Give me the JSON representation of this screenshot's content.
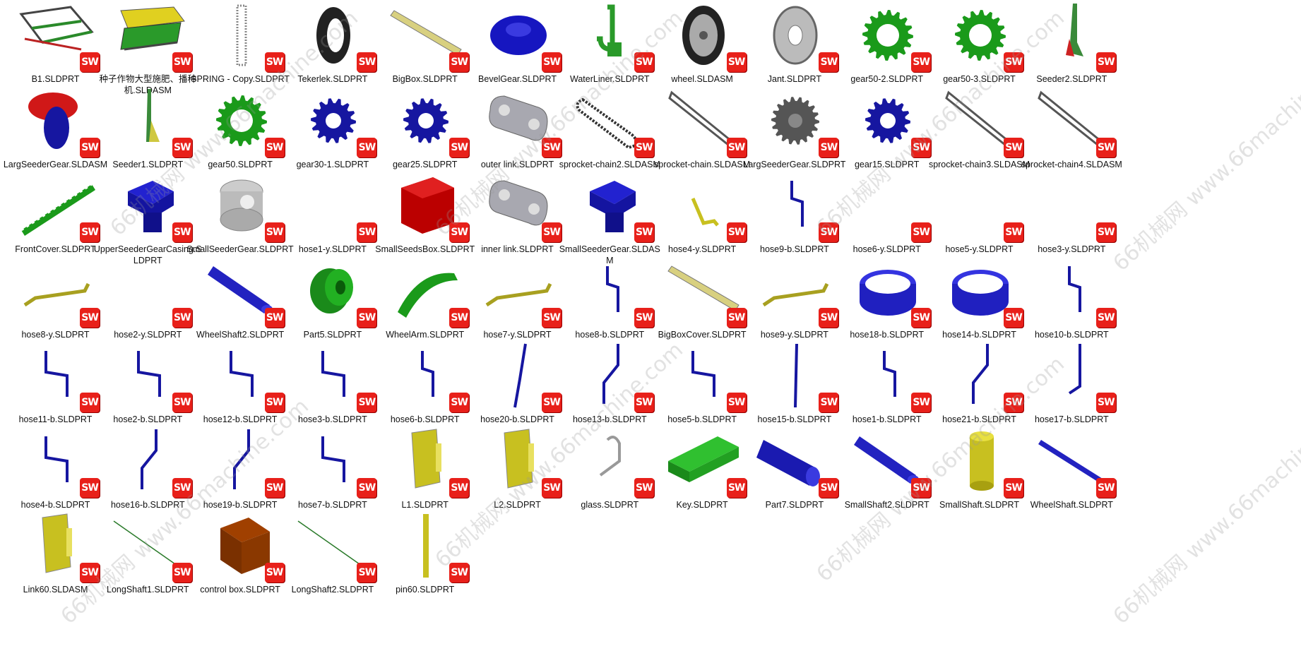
{
  "colors": {
    "badge": "#e8201a",
    "blue": "#1616a0",
    "green": "#1a9a1a",
    "yellow": "#c8c020",
    "gray": "#9a9aa2"
  },
  "watermark": "66机械网 www.66machine.com",
  "badge_label": "SW",
  "files": [
    {
      "name": "B1.SLDPRT",
      "icon": "frame-assembly-icon",
      "kind": "frame"
    },
    {
      "name": "种子作物大型施肥、播种机.SLDASM",
      "icon": "seeder-machine-icon",
      "kind": "machine"
    },
    {
      "name": "SPRING - Copy.SLDPRT",
      "icon": "spring-icon",
      "kind": "spring"
    },
    {
      "name": "Tekerlek.SLDPRT",
      "icon": "tire-icon",
      "kind": "tire"
    },
    {
      "name": "BigBox.SLDPRT",
      "icon": "long-box-icon",
      "kind": "beam"
    },
    {
      "name": "BevelGear.SLDPRT",
      "icon": "bevel-gear-icon",
      "kind": "bevel"
    },
    {
      "name": "WaterLiner.SLDPRT",
      "icon": "water-liner-icon",
      "kind": "liner"
    },
    {
      "name": "wheel.SLDASM",
      "icon": "wheel-icon",
      "kind": "wheel"
    },
    {
      "name": "Jant.SLDPRT",
      "icon": "rim-icon",
      "kind": "rim"
    },
    {
      "name": "gear50-2.SLDPRT",
      "icon": "green-gear-icon",
      "kind": "gear-green"
    },
    {
      "name": "gear50-3.SLDPRT",
      "icon": "green-gear-icon",
      "kind": "gear-green"
    },
    {
      "name": "Seeder2.SLDPRT",
      "icon": "seeder-blade-icon",
      "kind": "blade"
    },
    {
      "name": "LargSeederGear.SLDASM",
      "icon": "seeder-gear-assembly-icon",
      "kind": "gearasm"
    },
    {
      "name": "Seeder1.SLDPRT",
      "icon": "seeder-blade-icon",
      "kind": "blade2"
    },
    {
      "name": "gear50.SLDPRT",
      "icon": "green-gear-icon",
      "kind": "gear-green"
    },
    {
      "name": "gear30-1.SLDPRT",
      "icon": "blue-gear-icon",
      "kind": "gear-blue"
    },
    {
      "name": "gear25.SLDPRT",
      "icon": "blue-gear-icon",
      "kind": "gear-blue"
    },
    {
      "name": "outer link.SLDPRT",
      "icon": "chain-link-icon",
      "kind": "link"
    },
    {
      "name": "sprocket-chain2.SLDASM",
      "icon": "chain-loop-icon",
      "kind": "chainloop"
    },
    {
      "name": "sprocket-chain.SLDASM",
      "icon": "chain-loop-icon",
      "kind": "chainlong"
    },
    {
      "name": "LargSeederGear.SLDPRT",
      "icon": "gray-gear-icon",
      "kind": "gear-gray"
    },
    {
      "name": "gear15.SLDPRT",
      "icon": "blue-gear-icon",
      "kind": "gear-blue"
    },
    {
      "name": "sprocket-chain3.SLDASM",
      "icon": "chain-loop-icon",
      "kind": "chainlong"
    },
    {
      "name": "sprocket-chain4.SLDASM",
      "icon": "chain-loop-icon",
      "kind": "chainlong"
    },
    {
      "name": "FrontCover.SLDPRT",
      "icon": "front-cover-icon",
      "kind": "cover"
    },
    {
      "name": "UpperSeederGearCasing.SLDPRT",
      "icon": "gear-casing-icon",
      "kind": "casing"
    },
    {
      "name": "SmallSeederGear.SLDPRT",
      "icon": "gray-cylinder-gear-icon",
      "kind": "smallgear"
    },
    {
      "name": "hose1-y.SLDPRT",
      "icon": "blank-part-icon",
      "kind": "blank"
    },
    {
      "name": "SmallSeedsBox.SLDPRT",
      "icon": "seeds-box-icon",
      "kind": "redbox"
    },
    {
      "name": "inner link.SLDPRT",
      "icon": "chain-link-icon",
      "kind": "link"
    },
    {
      "name": "SmallSeederGear.SLDASM",
      "icon": "gear-casing-icon",
      "kind": "casing"
    },
    {
      "name": "hose4-y.SLDPRT",
      "icon": "yellow-hose-icon",
      "kind": "hose-y-small"
    },
    {
      "name": "hose9-b.SLDPRT",
      "icon": "blue-hose-icon",
      "kind": "hose-b-z"
    },
    {
      "name": "hose6-y.SLDPRT",
      "icon": "blank-part-icon",
      "kind": "blank"
    },
    {
      "name": "hose5-y.SLDPRT",
      "icon": "blank-part-icon",
      "kind": "blank"
    },
    {
      "name": "hose3-y.SLDPRT",
      "icon": "blank-part-icon",
      "kind": "blank"
    },
    {
      "name": "hose8-y.SLDPRT",
      "icon": "yellow-hose-icon",
      "kind": "hose-y"
    },
    {
      "name": "hose2-y.SLDPRT",
      "icon": "blank-part-icon",
      "kind": "blank"
    },
    {
      "name": "WheelShaft2.SLDPRT",
      "icon": "blue-shaft-icon",
      "kind": "shaft"
    },
    {
      "name": "Part5.SLDPRT",
      "icon": "green-cylinder-icon",
      "kind": "cyl-green"
    },
    {
      "name": "WheelArm.SLDPRT",
      "icon": "wheel-arm-icon",
      "kind": "arm"
    },
    {
      "name": "hose7-y.SLDPRT",
      "icon": "yellow-hose-icon",
      "kind": "hose-y"
    },
    {
      "name": "hose8-b.SLDPRT",
      "icon": "blue-hose-icon",
      "kind": "hose-b-z"
    },
    {
      "name": "BigBoxCover.SLDPRT",
      "icon": "box-cover-icon",
      "kind": "beam"
    },
    {
      "name": "hose9-y.SLDPRT",
      "icon": "yellow-hose-icon",
      "kind": "hose-y"
    },
    {
      "name": "hose18-b.SLDPRT",
      "icon": "blue-ring-icon",
      "kind": "ring"
    },
    {
      "name": "hose14-b.SLDPRT",
      "icon": "blue-ring-icon",
      "kind": "ring"
    },
    {
      "name": "hose10-b.SLDPRT",
      "icon": "blue-hose-icon",
      "kind": "hose-b-z"
    },
    {
      "name": "hose11-b.SLDPRT",
      "icon": "blue-hose-icon",
      "kind": "hose-b-u"
    },
    {
      "name": "hose2-b.SLDPRT",
      "icon": "blue-hose-icon",
      "kind": "hose-b-u"
    },
    {
      "name": "hose12-b.SLDPRT",
      "icon": "blue-hose-icon",
      "kind": "hose-b-u"
    },
    {
      "name": "hose3-b.SLDPRT",
      "icon": "blue-hose-icon",
      "kind": "hose-b-u"
    },
    {
      "name": "hose6-b.SLDPRT",
      "icon": "blue-hose-icon",
      "kind": "hose-b-z"
    },
    {
      "name": "hose20-b.SLDPRT",
      "icon": "blue-hose-icon",
      "kind": "hose-b-long"
    },
    {
      "name": "hose13-b.SLDPRT",
      "icon": "blue-hose-icon",
      "kind": "hose-b-s"
    },
    {
      "name": "hose5-b.SLDPRT",
      "icon": "blue-hose-icon",
      "kind": "hose-b-u"
    },
    {
      "name": "hose15-b.SLDPRT",
      "icon": "blue-hose-icon",
      "kind": "hose-b-line"
    },
    {
      "name": "hose1-b.SLDPRT",
      "icon": "blue-hose-icon",
      "kind": "hose-b-z"
    },
    {
      "name": "hose21-b.SLDPRT",
      "icon": "blue-hose-icon",
      "kind": "hose-b-s"
    },
    {
      "name": "hose17-b.SLDPRT",
      "icon": "blue-hose-icon",
      "kind": "hose-b-hook"
    },
    {
      "name": "hose4-b.SLDPRT",
      "icon": "blue-hose-icon",
      "kind": "hose-b-u"
    },
    {
      "name": "hose16-b.SLDPRT",
      "icon": "blue-hose-icon",
      "kind": "hose-b-s"
    },
    {
      "name": "hose19-b.SLDPRT",
      "icon": "blue-hose-icon",
      "kind": "hose-b-s"
    },
    {
      "name": "hose7-b.SLDPRT",
      "icon": "blue-hose-icon",
      "kind": "hose-b-u"
    },
    {
      "name": "L1.SLDPRT",
      "icon": "hinge-plate-icon",
      "kind": "plate"
    },
    {
      "name": "L2.SLDPRT",
      "icon": "hinge-plate-icon",
      "kind": "plate"
    },
    {
      "name": "glass.SLDPRT",
      "icon": "glass-icon",
      "kind": "glass"
    },
    {
      "name": "Key.SLDPRT",
      "icon": "green-key-icon",
      "kind": "key"
    },
    {
      "name": "Part7.SLDPRT",
      "icon": "blue-shaft-icon",
      "kind": "shaft-fat"
    },
    {
      "name": "SmallShaft2.SLDPRT",
      "icon": "blue-shaft-icon",
      "kind": "shaft"
    },
    {
      "name": "SmallShaft.SLDPRT",
      "icon": "yellow-cylinder-icon",
      "kind": "cyl-yellow"
    },
    {
      "name": "WheelShaft.SLDPRT",
      "icon": "blue-shaft-icon",
      "kind": "shaft-thin"
    },
    {
      "name": "Link60.SLDASM",
      "icon": "hinge-plate-icon",
      "kind": "plate"
    },
    {
      "name": "LongShaft1.SLDPRT",
      "icon": "thin-rod-icon",
      "kind": "rod"
    },
    {
      "name": "control box.SLDPRT",
      "icon": "control-box-icon",
      "kind": "cube"
    },
    {
      "name": "LongShaft2.SLDPRT",
      "icon": "thin-rod-icon",
      "kind": "rod"
    },
    {
      "name": "pin60.SLDPRT",
      "icon": "pin-icon",
      "kind": "pin"
    }
  ]
}
